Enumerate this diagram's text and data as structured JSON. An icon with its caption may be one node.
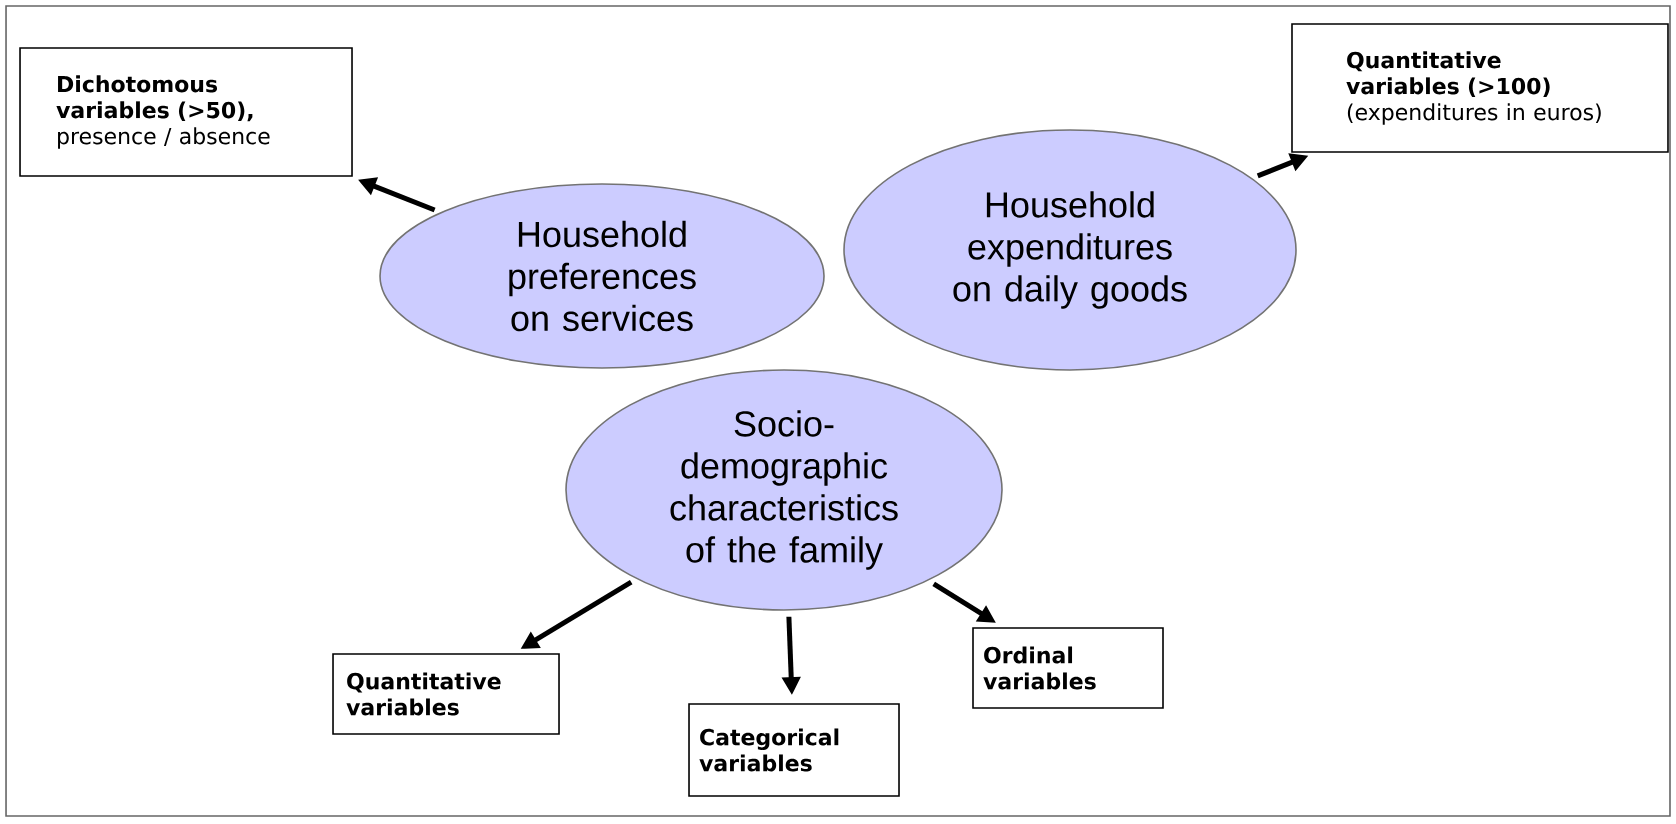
{
  "diagram": {
    "nodes": [
      {
        "text": [
          "Dichotomous variables (>50),",
          "presence / absence"
        ]
      },
      {
        "text": [
          "Quantitative variables (>100)",
          "(expenditures in euros)"
        ]
      },
      {
        "text": [
          "Household preferences on services"
        ]
      },
      {
        "text": [
          "Household expenditures on daily goods"
        ]
      },
      {
        "text": [
          "Socio-demographic characteristics of the family"
        ]
      },
      {
        "text": [
          "Quantitative variables"
        ]
      },
      {
        "text": [
          "Categorical variables"
        ]
      },
      {
        "text": [
          "Ordinal variables"
        ]
      }
    ],
    "edges": [
      {
        "from": 2,
        "to": 0,
        "arrow": "to"
      },
      {
        "from": 3,
        "to": 1,
        "arrow": "to"
      },
      {
        "from": 4,
        "to": 5,
        "arrow": "to"
      },
      {
        "from": 4,
        "to": 6,
        "arrow": "to"
      },
      {
        "from": 4,
        "to": 7,
        "arrow": "to"
      }
    ]
  }
}
